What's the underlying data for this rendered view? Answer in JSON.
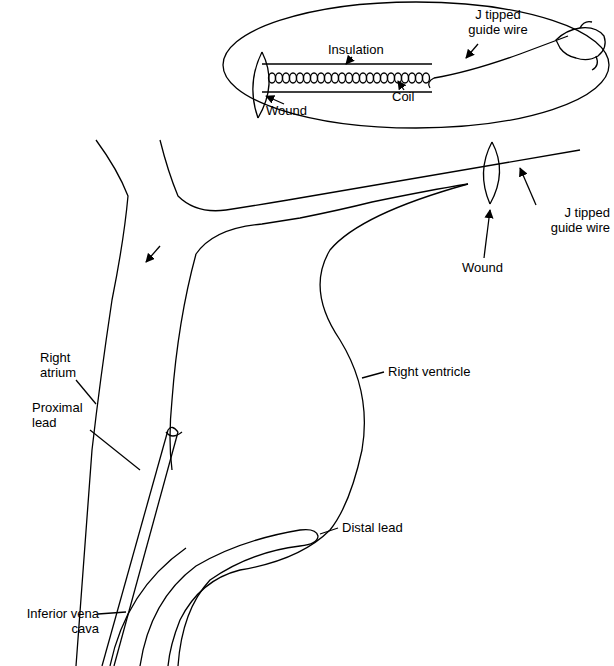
{
  "diagram": {
    "nodes": [
      {
        "text": [
          "J tipped guide wire",
          "Insulation",
          "Coil",
          "Wound"
        ]
      }
    ],
    "labels": [
      "J tipped guide wire",
      "Wound",
      "Right atrium",
      "Proximal lead",
      "Right ventricle",
      "Distal lead",
      "Inferior vena cava"
    ]
  }
}
